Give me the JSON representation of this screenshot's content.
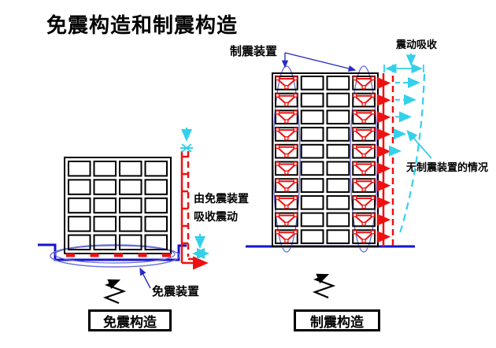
{
  "title": "免震构造和制震构造",
  "colors": {
    "red": "#ee1111",
    "ground_blue": "#1414cc",
    "ellipse_blue": "#6a6ad8",
    "pointer_blue": "#2a2ac8",
    "cyan": "#35d0ea",
    "black": "#000000",
    "background": "#ffffff"
  },
  "left_diagram": {
    "caption": "免震构造",
    "device_label": "免震装置",
    "absorb_label_line1": "由免震装置",
    "absorb_label_line2": "吸收震动",
    "building": {
      "columns": 4,
      "floors": 5,
      "isolator_count": 5
    },
    "icons": {
      "quake_icon": "zigzag-spring",
      "shake_marker_icon": "cyan-burst",
      "ground_motion_icon": "red-right-arrow"
    }
  },
  "right_diagram": {
    "caption": "制震构造",
    "damper_label": "制震装置",
    "absorb_label": "震动吸收",
    "no_damper_label": "无制震装置的情况",
    "building": {
      "columns": 4,
      "floors": 10,
      "damper_columns": [
        1,
        4
      ]
    },
    "icons": {
      "quake_icon": "zigzag-spring",
      "damper_icon": "red-chevron-brace",
      "displacement_damped_icon": "red-dashed-line",
      "displacement_undamped_icon": "cyan-dashed-curve"
    }
  }
}
